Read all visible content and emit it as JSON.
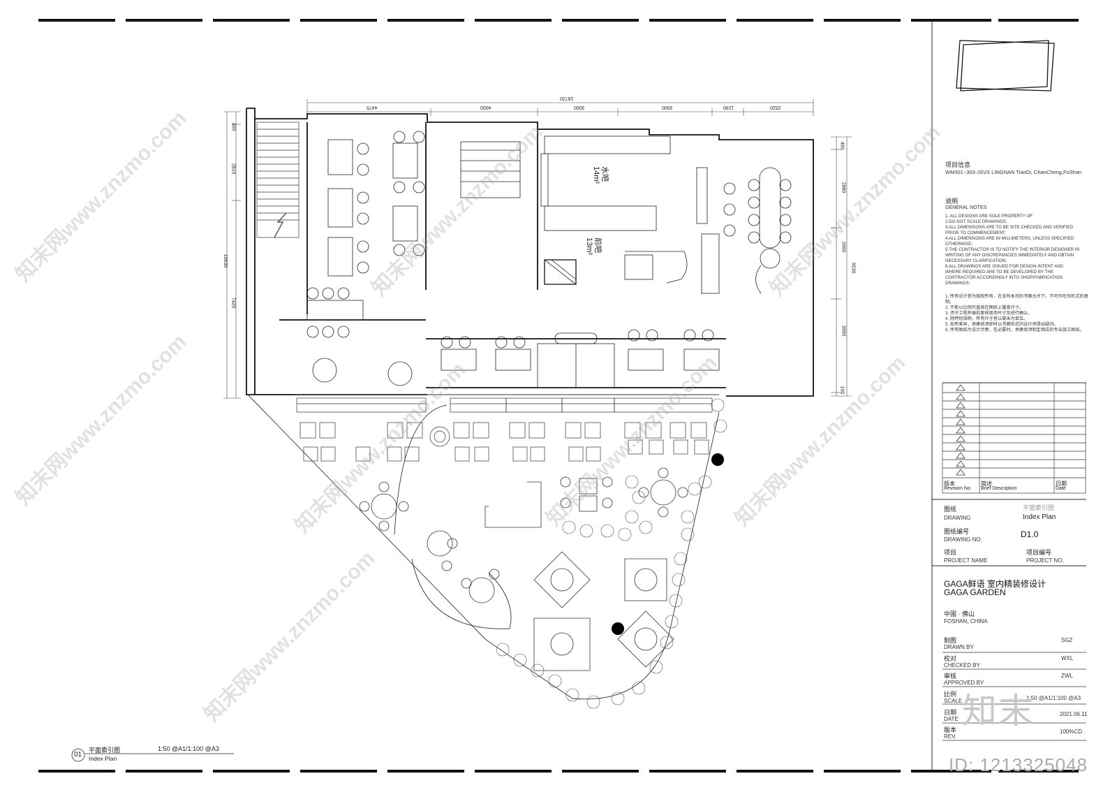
{
  "dims_top": [
    "4475",
    "4000",
    "3000",
    "3500",
    "1190",
    "2520"
  ],
  "dim_top_total": "18720",
  "dims_left": [
    "400",
    "2810",
    "7420"
  ],
  "dim_left_total": "10630",
  "dims_right": [
    "400",
    "2880",
    "2600",
    "3950",
    "100"
  ],
  "dim_right_total": "9530",
  "room_water_bar": "水吧\n14m²",
  "room_front_bar": "前吧\n13m²",
  "title_block": {
    "project_info_label": "项目信息",
    "project_info_value": "WM301~303-JSVS LINGNAN TianDi, ChanCheng,FoShan",
    "notes_label_cn": "说明",
    "notes_label_en": "GENERAL NOTES",
    "notes_en": "1. ALL DESIGNS ARE SOLE PROPERTY OF\n2.DO NOT SCALE DRAWINGS;\n3.ALL DIMENSIONS ARE TO BE SITE CHECKED AND VERIFIED\nPRIOR TO COMMENCEMENT;\n4.ALL DIMENSIONS ARE IN MILLIMETERS, UNLESS SPECIFIED\nOTHERWISE;\n5.THE CONTRACTOR IS TO NOTIFY THE INTERIOR DESIGNER IN\nWRITING OF ANY DISCREPANCIES IMMEDIATELY AND OBTAIN\nNECESSARY CLARIFICATION;\n6.ALL DRAWINGS ARE ISSUED FOR DESIGN INTENT AND\nWHERE REQUIRED ARE TO BE DEVELOPED BY THE\nCONTRACTOR ACCORDINGLY INTO SHOP/FABRICATION\nDRAWINGS.",
    "notes_cn": "1. 所有设计皆为版权所有，在没有本司的书面允许下，不可作任何形式的复\n制。\n2. 不能以比例尺直接在图纸上量度尺寸。\n3. 须于工程开展前复核现场尺寸及进行确认。\n4. 除特别指明，所有尺寸皆以毫米为单位。\n5. 如有差异，承建商须即时以书面形式向设计师提出疑问。\n6. 所有图纸为设计示意，在必要时，承建商须制定相应的专业施工图纸。",
    "rev_cn": "版本",
    "rev_en": "Revision No.",
    "desc_cn": "简述",
    "desc_en": "Brief Description",
    "date_cn": "日期",
    "date_en": "Date",
    "drawing_cn": "图纸",
    "drawing_en": "DRAWING",
    "drawing_value_cn": "平面索引图",
    "drawing_value_en": "Index Plan",
    "drawing_no_cn": "图纸编号",
    "drawing_no_en": "DRAWING NO.",
    "drawing_no_value": "D1.0",
    "project_cn": "项目",
    "project_en": "PROJECT NAME",
    "project_no_cn": "项目编号",
    "project_no_en": "PROJECT NO.",
    "project_name_cn": "GAGA鲜语   室内精装修设计",
    "project_name_en": "GAGA GARDEN",
    "location_cn": "中国 · 佛山",
    "location_en": "FOSHAN, CHINA",
    "drawn_cn": "制图",
    "drawn_en": "DRAWN BY",
    "drawn_value": "SGZ",
    "checked_cn": "校对",
    "checked_en": "CHECKED BY",
    "checked_value": "WXL",
    "approved_cn": "审核",
    "approved_en": "APPROVED BY",
    "approved_value": "ZWL",
    "scale_cn": "比例",
    "scale_en": "SCALE",
    "scale_value": "1:50 @A1/1:100 @A3",
    "date2_cn": "日期",
    "date2_en": "DATE",
    "date2_value": "2021.06.11",
    "rev2_cn": "版本",
    "rev2_en": "REV.",
    "rev2_value": "100%CD"
  },
  "plan_label": {
    "number": "01",
    "title_cn": "平面索引图",
    "title_en": "Index Plan",
    "scale": "1:50 @A1/1:100 @A3"
  },
  "watermark": "知末网www.znzmo.com",
  "logo_text": "知末",
  "id_text": "ID: 1213325048"
}
